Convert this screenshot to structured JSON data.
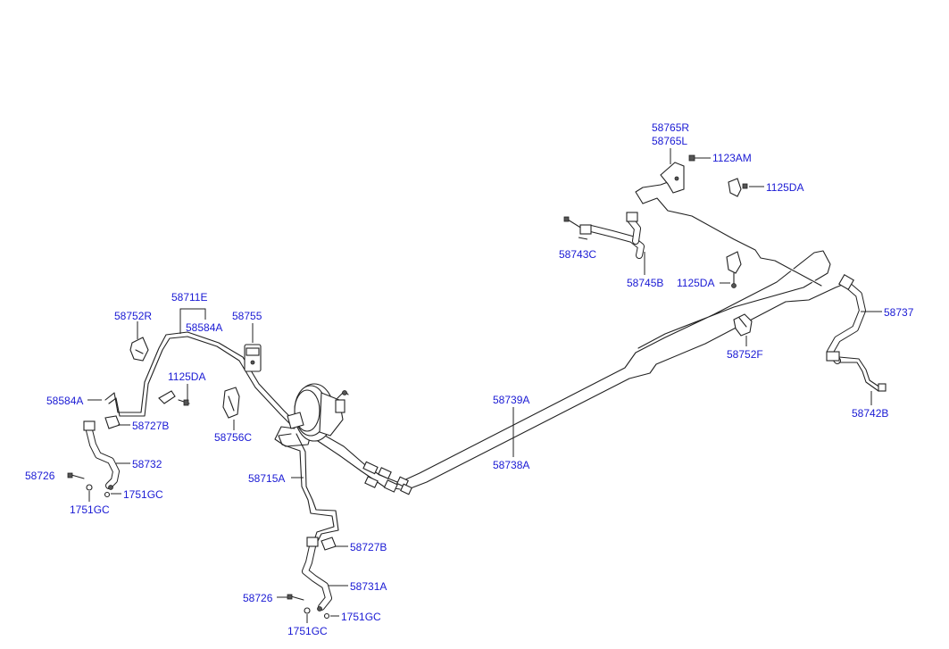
{
  "labels": {
    "l_58765R": "58765R",
    "l_58765L": "58765L",
    "l_1123AM": "1123AM",
    "l_1125DA_top": "1125DA",
    "l_58743C": "58743C",
    "l_58745B": "58745B",
    "l_1125DA_mid": "1125DA",
    "l_58737": "58737",
    "l_58752F": "58752F",
    "l_58742B": "58742B",
    "l_58711E": "58711E",
    "l_58584A_top": "58584A",
    "l_58752R": "58752R",
    "l_58755": "58755",
    "l_1125DA_left": "1125DA",
    "l_58584A_left": "58584A",
    "l_58727B_left": "58727B",
    "l_58756C": "58756C",
    "l_58739A": "58739A",
    "l_58738A": "58738A",
    "l_58732": "58732",
    "l_58726_left": "58726",
    "l_1751GC_left_r": "1751GC",
    "l_1751GC_left_b": "1751GC",
    "l_58715A": "58715A",
    "l_58727B_bottom": "58727B",
    "l_58731A": "58731A",
    "l_58726_bottom": "58726",
    "l_1751GC_bottom_r": "1751GC",
    "l_1751GC_bottom_b": "1751GC"
  },
  "colors": {
    "label": "#1a1ad4",
    "line": "#222222",
    "background": "#ffffff"
  }
}
